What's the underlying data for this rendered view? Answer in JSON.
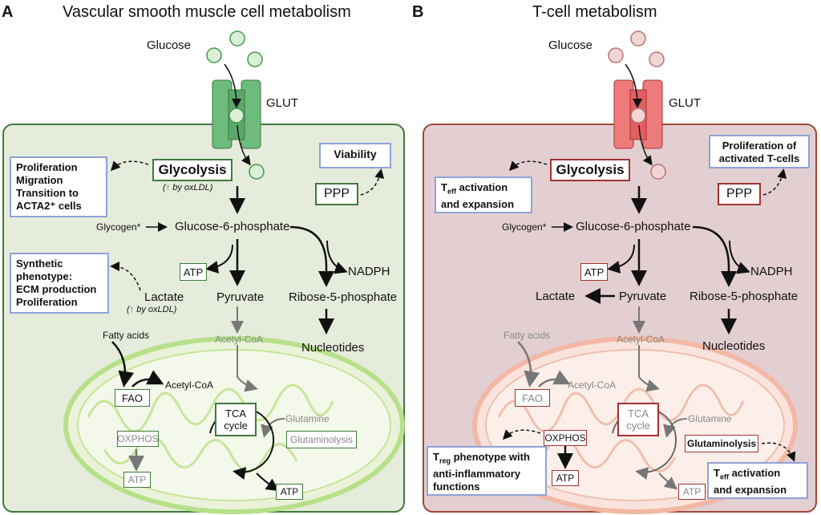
{
  "panelA": {
    "letter": "A",
    "title": "Vascular smooth muscle cell metabolism",
    "glucose": "Glucose",
    "glut": "GLUT",
    "glycolysis": "Glycolysis",
    "oxldl_note_glycolysis": "by oxLDL",
    "ppp": "PPP",
    "viability": "Viability",
    "outcome_glycolysis": [
      "Proliferation",
      "Migration",
      "Transition to",
      "ACTA2⁺ cells"
    ],
    "glycogen": "Glycogen*",
    "g6p": "Glucose-6-phosphate",
    "atp": "ATP",
    "nadph": "NADPH",
    "outcome_lactate": [
      "Synthetic",
      "phenotype:",
      "ECM production",
      "Proliferation"
    ],
    "lactate": "Lactate",
    "oxldl_note_lactate": "by oxLDL",
    "pyruvate": "Pyruvate",
    "r5p": "Ribose-5-phosphate",
    "fatty_acids": "Fatty acids",
    "acetyl_coa_top": "Acetyl-CoA",
    "nucleotides": "Nucleotides",
    "fao": "FAO",
    "acetyl_coa": "Acetyl-CoA",
    "tca": [
      "TCA",
      "cycle"
    ],
    "glutamine": "Glutamine",
    "glutaminolysis": "Glutaminolysis",
    "oxphos": "OXPHOS",
    "atp_oxphos": "ATP",
    "atp_tca": "ATP"
  },
  "panelB": {
    "letter": "B",
    "title": "T-cell metabolism",
    "glucose": "Glucose",
    "glut": "GLUT",
    "glycolysis": "Glycolysis",
    "ppp": "PPP",
    "outcome_ppp": [
      "Proliferation of",
      "activated T-cells"
    ],
    "teff_glycolysis": {
      "main": "T",
      "sub": "eff",
      "rest": " activation",
      "line2": "and expansion"
    },
    "glycogen": "Glycogen*",
    "g6p": "Glucose-6-phosphate",
    "atp": "ATP",
    "nadph": "NADPH",
    "lactate": "Lactate",
    "pyruvate": "Pyruvate",
    "r5p": "Ribose-5-phosphate",
    "fatty_acids": "Fatty acids",
    "acetyl_coa_top": "Acetyl-CoA",
    "nucleotides": "Nucleotides",
    "fao": "FAO",
    "acetyl_coa": "Acetyl-CoA",
    "tca": [
      "TCA",
      "cycle"
    ],
    "glutamine": "Glutamine",
    "oxphos": "OXPHOS",
    "glutaminolysis": "Glutaminolysis",
    "treg": {
      "main": "T",
      "sub": "reg",
      "rest": " phenotype with",
      "line2": "anti-inflammatory",
      "line3": "functions"
    },
    "atp_oxphos": "ATP",
    "atp_tca": "ATP",
    "teff_glutaminolysis": {
      "main": "T",
      "sub": "eff",
      "rest": " activation",
      "line2": "and expansion"
    }
  },
  "colors": {
    "green_dark": "#3f7a3a",
    "green_cell": "#e6ecdc",
    "green_mito": "#c6e59a",
    "green_glut": "#6dbb7d",
    "red_dark": "#a33232",
    "red_cell": "#e3cfd1",
    "red_mito": "#f0bfae",
    "red_glut": "#ee7b7b",
    "blue_box": "#8ea2d6"
  }
}
